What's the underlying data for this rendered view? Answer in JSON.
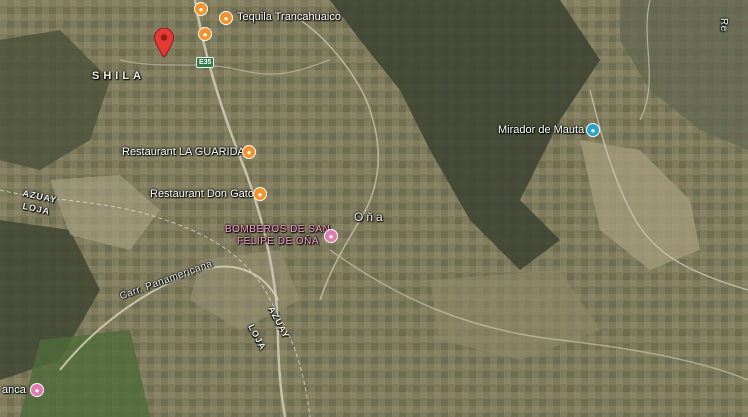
{
  "map": {
    "places": {
      "shila": "SHILA",
      "ona": "Oña",
      "bomberos": [
        "BOMBEROS DE SAN",
        "FELIPE DE OÑA"
      ],
      "partial_left": "anca"
    },
    "pois": {
      "tequila": "Tequila Trancahuaico",
      "guarida": "Restaurant LA GUARIDA",
      "don_gato": "Restaurant Don Gato",
      "mirador": "Mirador de Mauta"
    },
    "borders": {
      "west_top": "AZUAY",
      "west_bottom": "LOJA",
      "center_top": "AZUAY",
      "center_bottom": "LOJA"
    },
    "roads": {
      "e35": "E35",
      "panamericana": "Carr. Panamericana",
      "partial_top_right": "Re"
    },
    "colors": {
      "restaurant_marker": "#f5922a",
      "government_marker": "#e07ab0",
      "viewpoint_marker": "#2aa3c9",
      "selected_pin": "#e53935",
      "highway_shield": "#2f7a48"
    },
    "icons": {
      "selected_pin": "map-pin-icon",
      "restaurant": "fork-knife-icon",
      "government": "building-icon",
      "viewpoint": "camera-icon"
    }
  }
}
